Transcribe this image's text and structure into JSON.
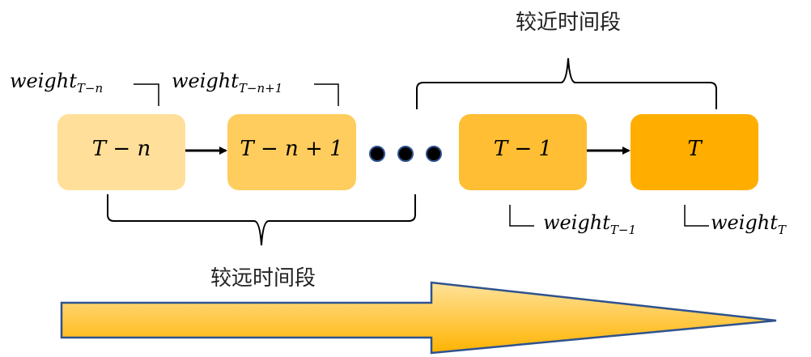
{
  "diagram": {
    "boxes": [
      {
        "label": "T − n",
        "color": "#FFDF99"
      },
      {
        "label": "T − n + 1",
        "color": "#FFCD5E"
      },
      {
        "label": "T − 1",
        "color": "#FFBE33"
      },
      {
        "label": "T",
        "color": "#FFAE00"
      }
    ],
    "weights": [
      {
        "base": "weight",
        "sub": "T−n"
      },
      {
        "base": "weight",
        "sub": "T−n+1"
      },
      {
        "base": "weight",
        "sub": "T−1"
      },
      {
        "base": "weight",
        "sub": "T"
      }
    ],
    "recent_label": "较近时间段",
    "distant_label": "较远时间段",
    "ellipsis_dots": 3,
    "colors": {
      "dot_fill": "#000000",
      "dot_stroke": "#2F528F",
      "arrow_stroke": "#2F528F",
      "arrow_gradient_top": "#FFE29A",
      "arrow_gradient_bottom": "#FFB300"
    }
  }
}
